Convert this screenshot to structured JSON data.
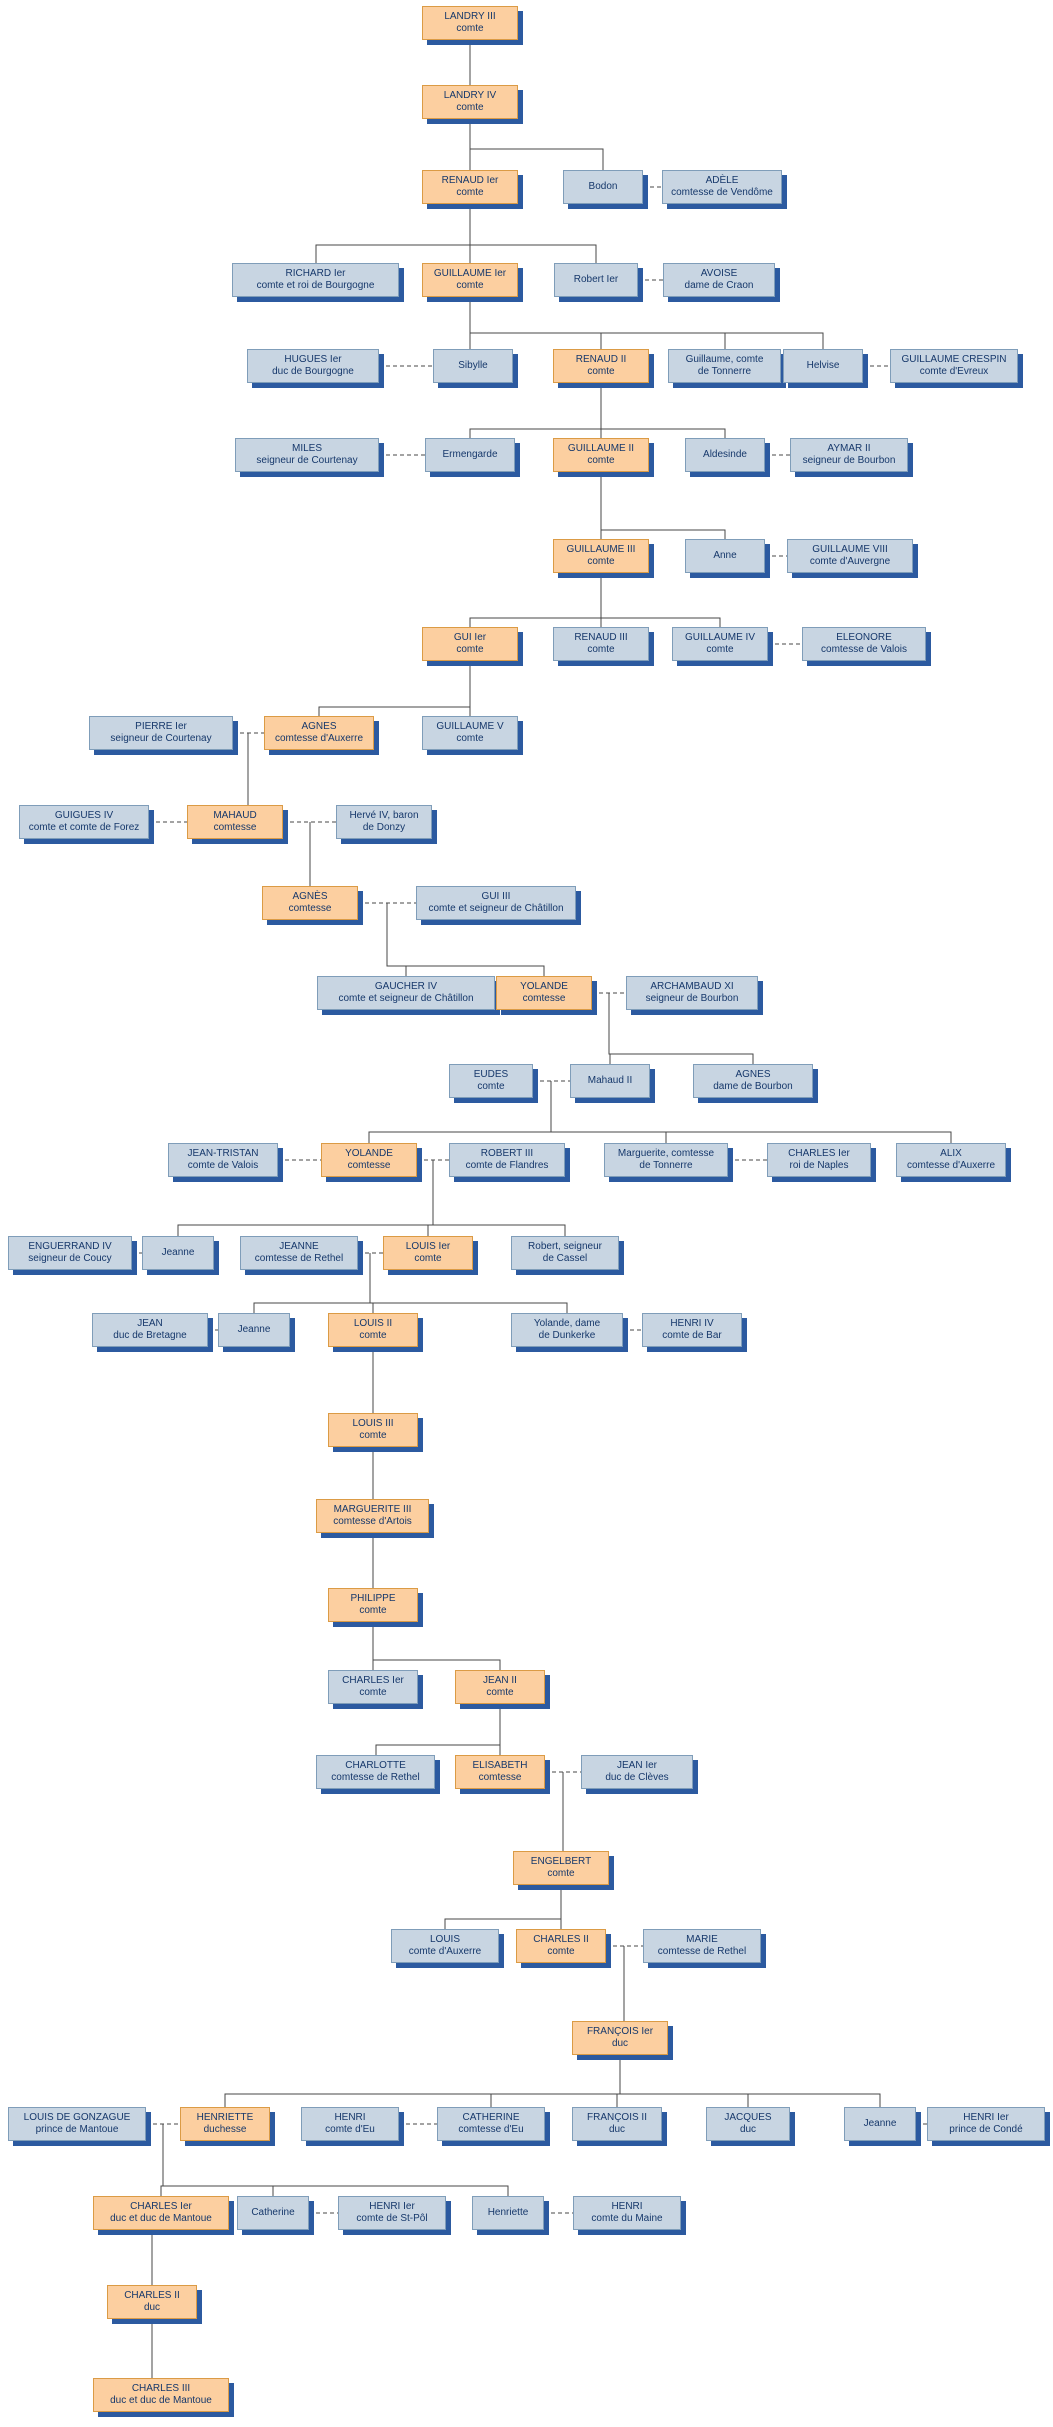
{
  "palette": {
    "heir_fill": "#fccfa0",
    "heir_border": "#db9b45",
    "relative_fill": "#c8d5e2",
    "relative_border": "#7f9db9",
    "shadow": "#2c5aa0",
    "line": "#474747",
    "text": "#16386b",
    "background": "#ffffff"
  },
  "nodes": {
    "landry3": {
      "name": "LANDRY III",
      "title": "comte"
    },
    "landry4": {
      "name": "LANDRY IV",
      "title": "comte"
    },
    "renaud1": {
      "name": "RENAUD Ier",
      "title": "comte"
    },
    "bodon": {
      "name": "Bodon"
    },
    "adele": {
      "name": "ADÈLE",
      "title": "comtesse de Vendôme"
    },
    "richard1": {
      "name": "RICHARD Ier",
      "title": "comte et roi de Bourgogne"
    },
    "guillaume1": {
      "name": "GUILLAUME Ier",
      "title": "comte"
    },
    "robert1": {
      "name": "Robert Ier"
    },
    "avoise": {
      "name": "AVOISE",
      "title": "dame de Craon"
    },
    "hugues1": {
      "name": "HUGUES Ier",
      "title": "duc de Bourgogne"
    },
    "sibylle": {
      "name": "Sibylle"
    },
    "renaud2": {
      "name": "RENAUD II",
      "title": "comte"
    },
    "guillaume_tonnerre": {
      "name": "Guillaume, comte",
      "title": "de Tonnerre"
    },
    "helvise": {
      "name": "Helvise"
    },
    "crespin": {
      "name": "GUILLAUME CRESPIN",
      "title": "comte d'Evreux"
    },
    "miles": {
      "name": "MILES",
      "title": "seigneur de Courtenay"
    },
    "ermengarde": {
      "name": "Ermengarde"
    },
    "guillaume2": {
      "name": "GUILLAUME II",
      "title": "comte"
    },
    "aldesinde": {
      "name": "Aldesinde"
    },
    "aymar2": {
      "name": "AYMAR II",
      "title": "seigneur de Bourbon"
    },
    "guillaume3": {
      "name": "GUILLAUME III",
      "title": "comte"
    },
    "anne": {
      "name": "Anne"
    },
    "guillaume8": {
      "name": "GUILLAUME VIII",
      "title": "comte d'Auvergne"
    },
    "gui1": {
      "name": "GUI Ier",
      "title": "comte"
    },
    "renaud3": {
      "name": "RENAUD III",
      "title": "comte"
    },
    "guillaume4": {
      "name": "GUILLAUME IV",
      "title": "comte"
    },
    "eleonore": {
      "name": "ELEONORE",
      "title": "comtesse de Valois"
    },
    "pierre1": {
      "name": "PIERRE Ier",
      "title": "seigneur de Courtenay"
    },
    "agnes1": {
      "name": "AGNES",
      "title": "comtesse d'Auxerre"
    },
    "guillaume5": {
      "name": "GUILLAUME V",
      "title": "comte"
    },
    "guigues4": {
      "name": "GUIGUES IV",
      "title": "comte et comte de Forez"
    },
    "mahaud": {
      "name": "MAHAUD",
      "title": "comtesse"
    },
    "herve4": {
      "name": "Hervé IV, baron",
      "title": "de Donzy"
    },
    "agnes2": {
      "name": "AGNÈS",
      "title": "comtesse"
    },
    "gui3": {
      "name": "GUI III",
      "title": "comte et seigneur de Châtillon"
    },
    "gaucher4": {
      "name": "GAUCHER IV",
      "title": "comte et seigneur de Châtillon"
    },
    "yolande1": {
      "name": "YOLANDE",
      "title": "comtesse"
    },
    "archambaud11": {
      "name": "ARCHAMBAUD XI",
      "title": "seigneur de Bourbon"
    },
    "eudes": {
      "name": "EUDES",
      "title": "comte"
    },
    "mahaud2": {
      "name": "Mahaud II"
    },
    "agnes_bourbon": {
      "name": "AGNES",
      "title": "dame de Bourbon"
    },
    "jeantristan": {
      "name": "JEAN-TRISTAN",
      "title": "comte de Valois"
    },
    "yolande2": {
      "name": "YOLANDE",
      "title": "comtesse"
    },
    "robert3": {
      "name": "ROBERT III",
      "title": "comte de Flandres"
    },
    "marguerite_tonnerre": {
      "name": "Marguerite, comtesse",
      "title": "de Tonnerre"
    },
    "charles1_naples": {
      "name": "CHARLES Ier",
      "title": "roi de Naples"
    },
    "alix": {
      "name": "ALIX",
      "title": "comtesse d'Auxerre"
    },
    "enguerrand4": {
      "name": "ENGUERRAND IV",
      "title": "seigneur de Coucy"
    },
    "jeanne_coucy": {
      "name": "Jeanne"
    },
    "jeanne_rethel": {
      "name": "JEANNE",
      "title": "comtesse de Rethel"
    },
    "louis1": {
      "name": "LOUIS Ier",
      "title": "comte"
    },
    "robert_cassel": {
      "name": "Robert, seigneur",
      "title": "de Cassel"
    },
    "jean_bretagne": {
      "name": "JEAN",
      "title": "duc de Bretagne"
    },
    "jeanne2": {
      "name": "Jeanne"
    },
    "louis2": {
      "name": "LOUIS II",
      "title": "comte"
    },
    "yolande_dunkerke": {
      "name": "Yolande, dame",
      "title": "de Dunkerke"
    },
    "henri4_bar": {
      "name": "HENRI IV",
      "title": "comte de Bar"
    },
    "louis3": {
      "name": "LOUIS III",
      "title": "comte"
    },
    "marguerite3": {
      "name": "MARGUERITE III",
      "title": "comtesse d'Artois"
    },
    "philippe": {
      "name": "PHILIPPE",
      "title": "comte"
    },
    "charles1_nevers": {
      "name": "CHARLES Ier",
      "title": "comte"
    },
    "jean2": {
      "name": "JEAN II",
      "title": "comte"
    },
    "charlotte": {
      "name": "CHARLOTTE",
      "title": "comtesse de Rethel"
    },
    "elisabeth": {
      "name": "ELISABETH",
      "title": "comtesse"
    },
    "jean1_cleves": {
      "name": "JEAN Ier",
      "title": "duc de Clèves"
    },
    "engelbert": {
      "name": "ENGELBERT",
      "title": "comte"
    },
    "louis_auxerre": {
      "name": "LOUIS",
      "title": "comte d'Auxerre"
    },
    "charles2": {
      "name": "CHARLES II",
      "title": "comte"
    },
    "marie_rethel": {
      "name": "MARIE",
      "title": "comtesse de Rethel"
    },
    "francois1": {
      "name": "FRANÇOIS Ier",
      "title": "duc"
    },
    "gonzague": {
      "name": "LOUIS DE GONZAGUE",
      "title": "prince de Mantoue"
    },
    "henriette": {
      "name": "HENRIETTE",
      "title": "duchesse"
    },
    "henri_eu": {
      "name": "HENRI",
      "title": "comte d'Eu"
    },
    "catherine_eu": {
      "name": "CATHERINE",
      "title": "comtesse d'Eu"
    },
    "francois2": {
      "name": "FRANÇOIS II",
      "title": "duc"
    },
    "jacques": {
      "name": "JACQUES",
      "title": "duc"
    },
    "jeanne3": {
      "name": "Jeanne"
    },
    "henri1_conde": {
      "name": "HENRI Ier",
      "title": "prince de Condé"
    },
    "charles1_mantoue": {
      "name": "CHARLES Ier",
      "title": "duc et duc de Mantoue"
    },
    "catherine2": {
      "name": "Catherine"
    },
    "henri1_stpol": {
      "name": "HENRI Ier",
      "title": "comte de St-Pôl"
    },
    "henriette2": {
      "name": "Henriette"
    },
    "henri_maine": {
      "name": "HENRI",
      "title": "comte du Maine"
    },
    "charles2_mantoue": {
      "name": "CHARLES II",
      "title": "duc"
    },
    "charles3_mantoue": {
      "name": "CHARLES III",
      "title": "duc et duc de Mantoue"
    }
  }
}
